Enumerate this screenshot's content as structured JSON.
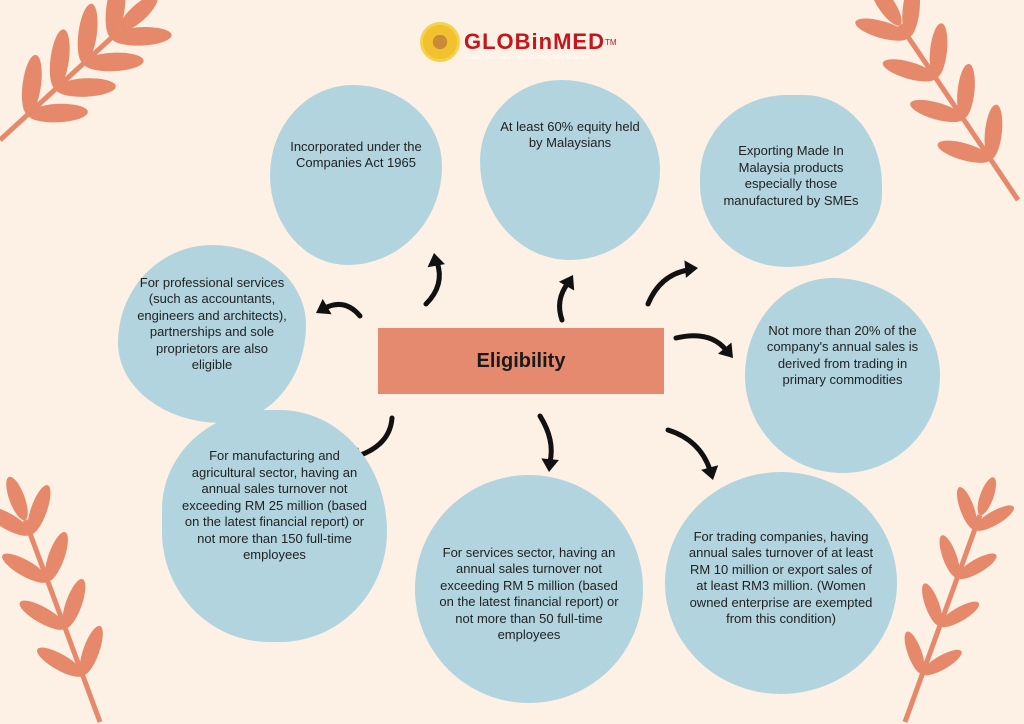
{
  "logo": {
    "name": "GLOBinMED",
    "trademark": "TM",
    "tagline": "Global Information Hub On Integrated Medicine"
  },
  "title": "Eligibility",
  "criteria": [
    "Incorporated under the Companies Act 1965",
    "At least 60% equity held by Malaysians",
    "Exporting Made In Malaysia products especially those manufactured by SMEs",
    "For professional services (such as accountants, engineers and architects), partnerships and sole proprietors are also eligible",
    "Not more than 20% of the company's annual sales is derived from trading in primary commodities",
    "For manufacturing and agricultural sector, having an annual sales turnover not exceeding RM 25 million (based on the latest financial report) or not more than 150 full-time employees",
    "For services sector, having an annual sales turnover not exceeding RM 5 million (based on the latest financial report) or not more than 50 full-time employees",
    "For trading companies, having annual sales turnover of at least RM 10 million or export sales of at least RM3 million. (Women owned enterprise are exempted from this condition)"
  ],
  "colors": {
    "background": "#fdf0e4",
    "blob": "#b1d4de",
    "accent": "#e58a6e",
    "leaf": "#e6896b"
  }
}
